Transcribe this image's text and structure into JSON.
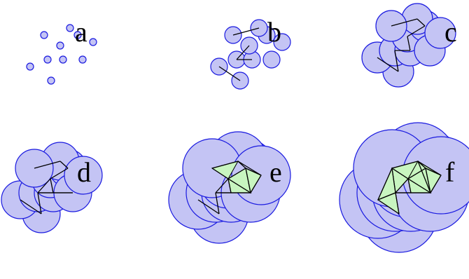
{
  "colors": {
    "disk_fill": "#c4c4f4",
    "disk_stroke": "#1a1ae0",
    "triangle_fill": "#c8f5c0",
    "edge": "#000000",
    "background": "#ffffff"
  },
  "panels": [
    {
      "id": "a",
      "label": "a"
    },
    {
      "id": "b",
      "label": "b"
    },
    {
      "id": "c",
      "label": "c"
    },
    {
      "id": "d",
      "label": "d"
    },
    {
      "id": "e",
      "label": "e"
    },
    {
      "id": "f",
      "label": "f"
    }
  ]
}
